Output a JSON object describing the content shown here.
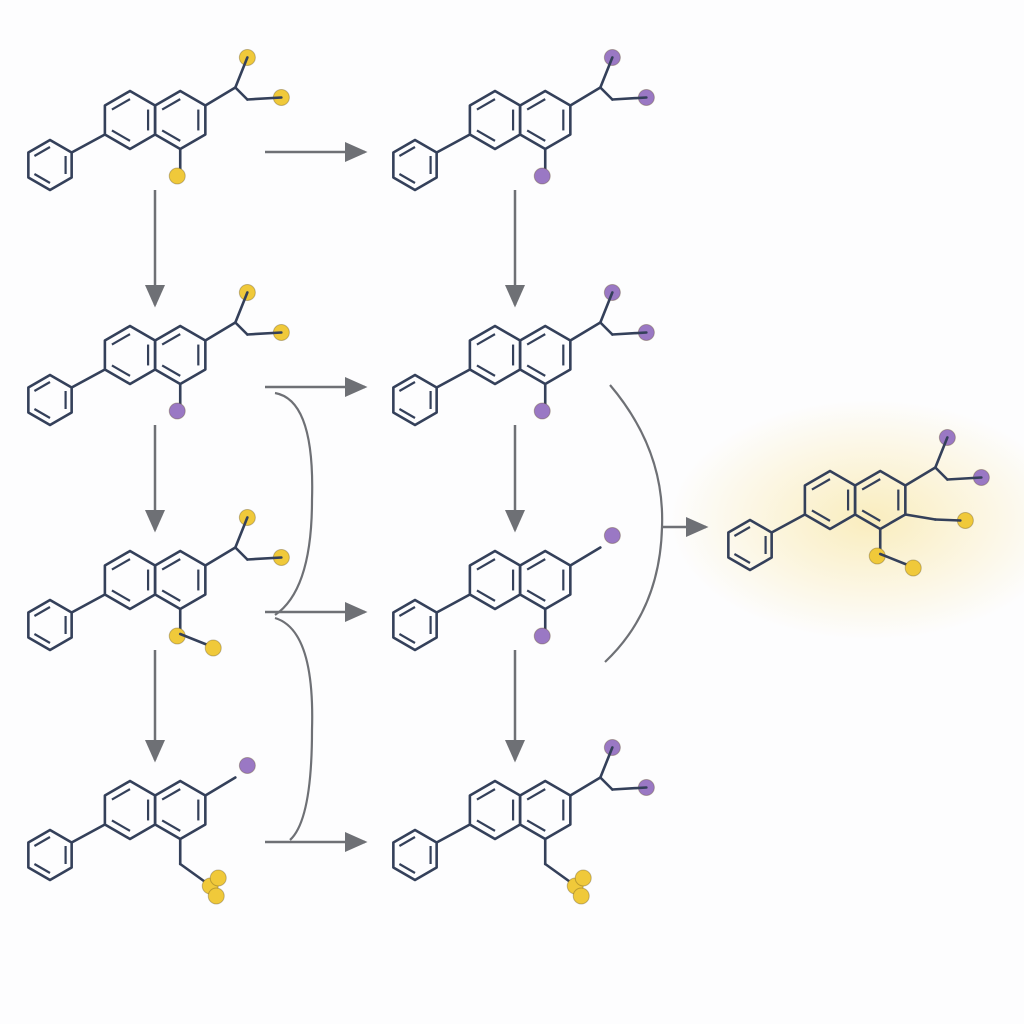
{
  "colors": {
    "bond": "#34405a",
    "arrow": "#6e7075",
    "gold_atom": "#f0c93a",
    "purple_atom": "#9a78c4",
    "glow": "#f7e08a"
  },
  "molecules": [
    {
      "id": "m1",
      "top": "gold",
      "right": "gold",
      "bottom": "gold"
    },
    {
      "id": "m2",
      "top": "purple",
      "right": "purple",
      "bottom": "purple"
    },
    {
      "id": "m3",
      "top": "gold",
      "right": "gold",
      "bottom": "purple"
    },
    {
      "id": "m4",
      "top": "purple",
      "right": "purple",
      "bottom": "purple"
    },
    {
      "id": "m5",
      "top": "gold",
      "right": "gold",
      "bottom": "gold-pair"
    },
    {
      "id": "m6",
      "top": "purple",
      "right": null,
      "bottom": "purple"
    },
    {
      "id": "m7",
      "top": "purple",
      "right": null,
      "bottom": "gold-cluster"
    },
    {
      "id": "m8",
      "top": "purple",
      "right": "purple",
      "bottom": "gold-cluster"
    }
  ],
  "product": {
    "id": "final-product",
    "top": "purple",
    "right": "purple",
    "side": "gold",
    "bottom": "gold-pair",
    "highlighted": true
  }
}
